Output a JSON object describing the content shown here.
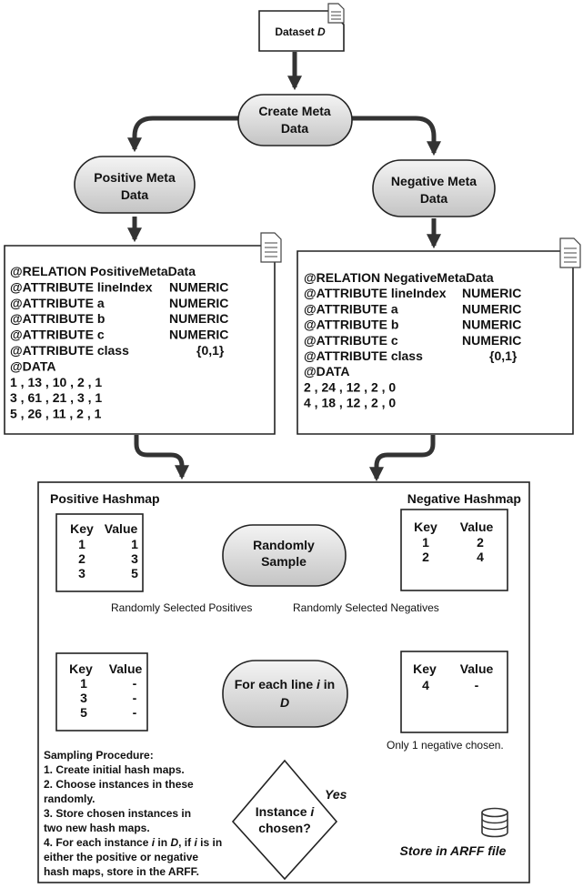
{
  "dataset_label": "Dataset",
  "dataset_var": "D",
  "create_meta": [
    "Create Meta",
    "Data"
  ],
  "pos_meta": [
    "Positive Meta",
    "Data"
  ],
  "neg_meta": [
    "Negative Meta",
    "Data"
  ],
  "pos_arff": [
    {
      "text": "@RELATION PositiveMetaData"
    },
    {
      "text": "@ATTRIBUTE lineIndex",
      "type": "NUMERIC"
    },
    {
      "text": "@ATTRIBUTE a",
      "type": "NUMERIC"
    },
    {
      "text": "@ATTRIBUTE b",
      "type": "NUMERIC"
    },
    {
      "text": "@ATTRIBUTE c",
      "type": "NUMERIC"
    },
    {
      "text": "@ATTRIBUTE class",
      "type": "{0,1}"
    },
    {
      "text": "@DATA"
    },
    {
      "text": "1 , 13 , 10 , 2 , 1"
    },
    {
      "text": "3 , 61 , 21 , 3 , 1"
    },
    {
      "text": "5 , 26 , 11 , 2 , 1"
    }
  ],
  "neg_arff": [
    {
      "text": "@RELATION NegativeMetaData"
    },
    {
      "text": "@ATTRIBUTE lineIndex",
      "type": "NUMERIC"
    },
    {
      "text": "@ATTRIBUTE a",
      "type": "NUMERIC"
    },
    {
      "text": "@ATTRIBUTE b",
      "type": "NUMERIC"
    },
    {
      "text": "@ATTRIBUTE c",
      "type": "NUMERIC"
    },
    {
      "text": "@ATTRIBUTE class",
      "type": "{0,1}"
    },
    {
      "text": "@DATA"
    },
    {
      "text": "2 , 24 , 12 , 2 , 0"
    },
    {
      "text": "4 , 18 , 12 , 2 , 0"
    }
  ],
  "pos_hashmap_title": "Positive Hashmap",
  "neg_hashmap_title": "Negative Hashmap",
  "col_key": "Key",
  "col_value": "Value",
  "pos_hashmap": [
    [
      "1",
      "1"
    ],
    [
      "2",
      "3"
    ],
    [
      "3",
      "5"
    ]
  ],
  "neg_hashmap": [
    [
      "1",
      "2"
    ],
    [
      "2",
      "4"
    ]
  ],
  "random_sample": [
    "Randomly",
    "Sample"
  ],
  "sel_pos_label": "Randomly Selected Positives",
  "sel_neg_label": "Randomly Selected Negatives",
  "pos_selected": [
    [
      "1",
      "-"
    ],
    [
      "3",
      "-"
    ],
    [
      "5",
      "-"
    ]
  ],
  "neg_selected": [
    [
      "4",
      "-"
    ]
  ],
  "foreach_line1": "For each line",
  "foreach_var": "i",
  "foreach_in": "in",
  "foreach_line2": "D",
  "only_one_note": "Only 1 negative chosen.",
  "procedure": [
    "Sampling Procedure:",
    "1. Create initial hash maps.",
    "2. Choose instances in these",
    "    randomly.",
    "3. Store chosen instances in",
    "    two new hash maps.",
    "4. For each instance",
    "    either the positive or negative",
    "    hash maps, store in the ARFF."
  ],
  "proc_i": "i",
  "proc_in": "in",
  "proc_d": "D",
  "proc_if": ", if",
  "proc_i2": "i",
  "proc_isin": "is in",
  "decision": [
    "Instance",
    "i",
    "chosen?"
  ],
  "yes_label": "Yes",
  "store_label": "Store in ARFF file",
  "colors": {
    "pill_top": "#f4f4f4",
    "pill_bottom": "#c6c6c6",
    "stroke": "#222222",
    "arrow": "#333333"
  }
}
